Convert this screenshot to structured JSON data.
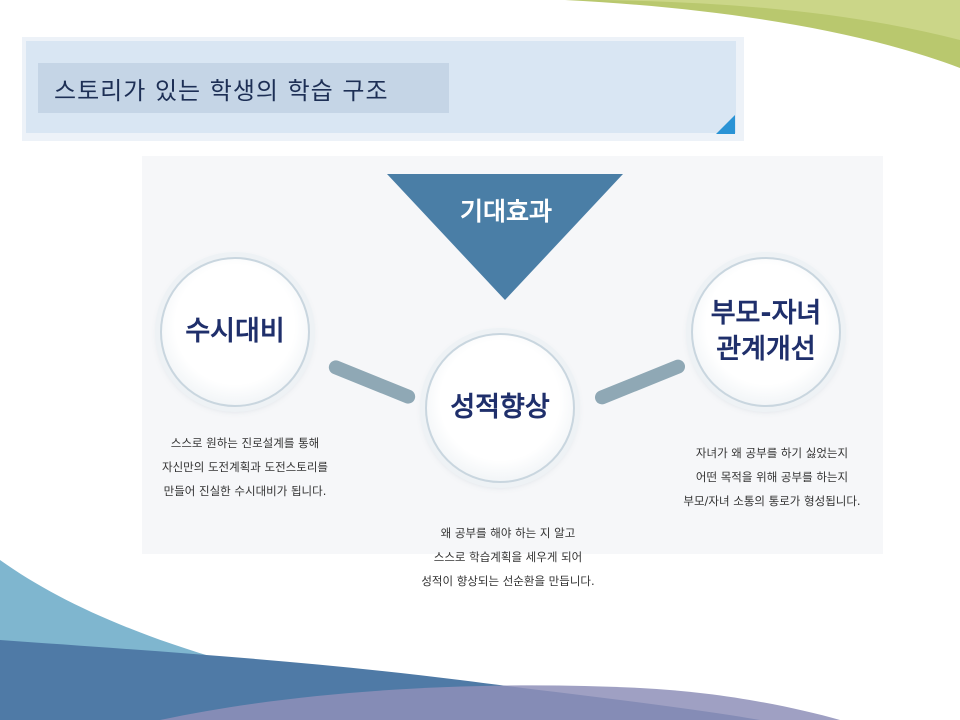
{
  "slide": {
    "title": "스토리가 있는 학생의 학습 구조"
  },
  "diagram": {
    "top_label": "기대효과",
    "nodes": {
      "left": {
        "label": "수시대비",
        "description": [
          "스스로 원하는 진로설계를 통해",
          "자신만의 도전계획과 도전스토리를",
          "만들어 진실한 수시대비가 됩니다."
        ]
      },
      "center": {
        "label": "성적향상",
        "description": [
          "왜 공부를 해야 하는 지 알고",
          "스스로 학습계획을 세우게 되어",
          "성적이 향상되는 선순환을 만듭니다."
        ]
      },
      "right": {
        "label_line1": "부모-자녀",
        "label_line2": "관계개선",
        "description": [
          "자녀가 왜 공부를 하기 싫었는지",
          "어떤 목적을 위해 공부를 하는지",
          "부모/자녀 소통의 통로가 형성됩니다."
        ]
      }
    }
  },
  "colors": {
    "title_text": "#1d2f55",
    "triangle": "#4a7ea6",
    "node_text": "#1f2f6b",
    "connector": "#8fa8b5",
    "accent_corner": "#2a93d5"
  }
}
